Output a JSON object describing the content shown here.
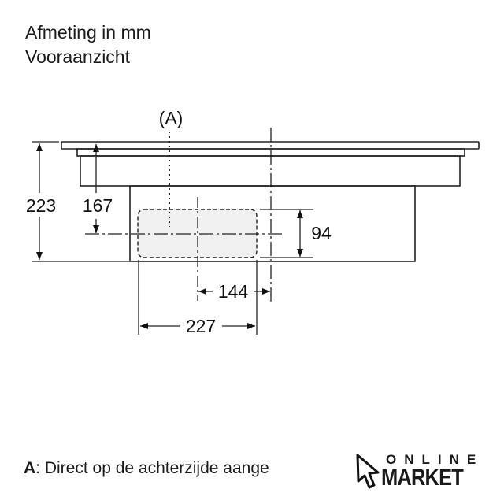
{
  "title": {
    "line1": "Afmeting in mm",
    "line2": "Vooraanzicht"
  },
  "drawing": {
    "callout": "(A)",
    "dimensions": {
      "total_height": "223",
      "center_height": "167",
      "opening_height": "94",
      "offset": "144",
      "opening_width": "227"
    }
  },
  "footer": {
    "key": "A",
    "text": ": Direct op de achterzijde aange"
  },
  "logo": {
    "line1": "ONLINE",
    "line2": "MARKET",
    "icon": "cursor-arrow-icon"
  }
}
